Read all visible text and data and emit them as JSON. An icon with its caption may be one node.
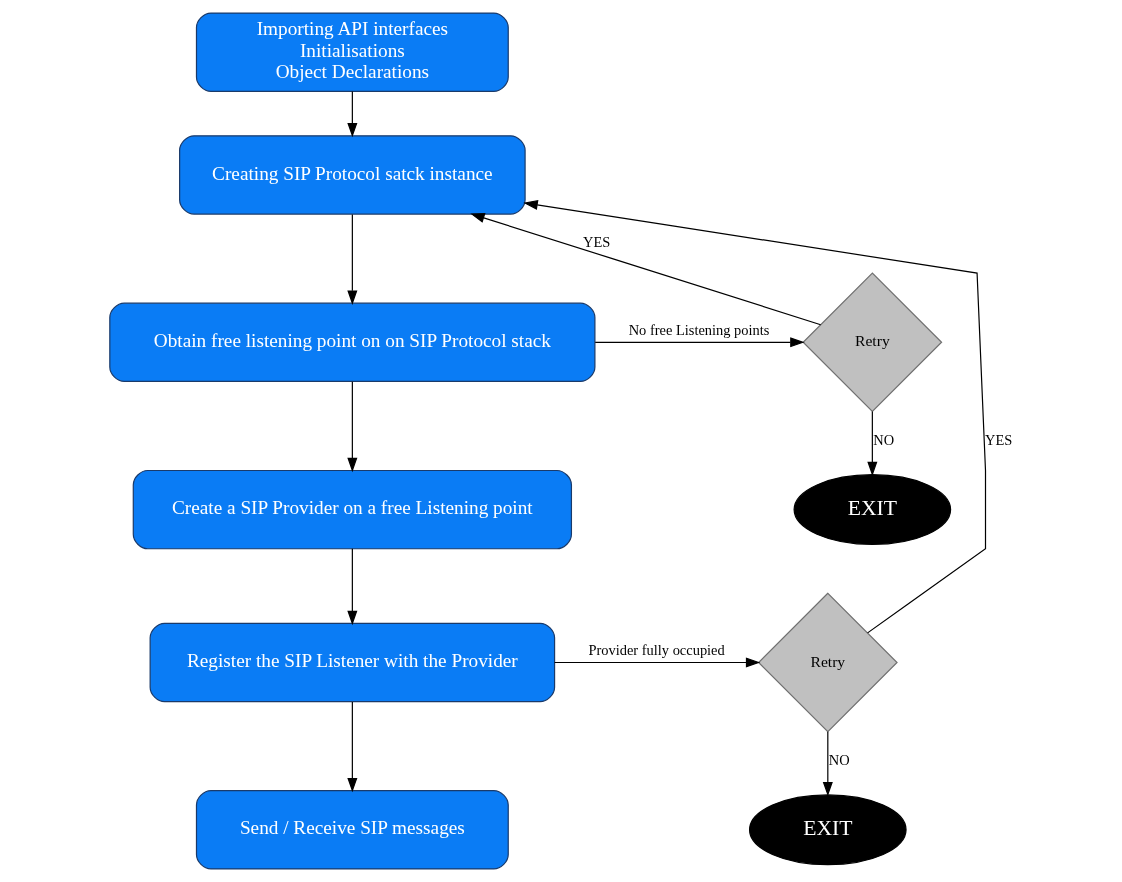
{
  "diagram": {
    "nodes": [
      {
        "text": [
          "Importing API interfaces",
          "Initialisations",
          "Object Declarations"
        ]
      },
      {
        "text": [
          "Creating SIP Protocol satck instance"
        ]
      },
      {
        "text": [
          "Obtain free listening point on on SIP Protocol stack"
        ]
      },
      {
        "text": [
          "Retry"
        ]
      },
      {
        "text": [
          "EXIT"
        ]
      },
      {
        "text": [
          "Create a SIP Provider on a free Listening point"
        ]
      },
      {
        "text": [
          "Register the SIP Listener with the Provider"
        ]
      },
      {
        "text": [
          "Retry"
        ]
      },
      {
        "text": [
          "EXIT"
        ]
      },
      {
        "text": [
          "Send / Receive SIP messages"
        ]
      }
    ],
    "edges": [
      {
        "from": 0,
        "to": 1,
        "arrow": "to"
      },
      {
        "from": 1,
        "to": 2,
        "arrow": "to"
      },
      {
        "from": 2,
        "to": 3,
        "arrow": "to",
        "label": "No free Listening points"
      },
      {
        "from": 3,
        "to": 1,
        "arrow": "to",
        "label": "YES"
      },
      {
        "from": 3,
        "to": 4,
        "arrow": "to",
        "label": "NO"
      },
      {
        "from": 2,
        "to": 5,
        "arrow": "to"
      },
      {
        "from": 5,
        "to": 6,
        "arrow": "to"
      },
      {
        "from": 6,
        "to": 7,
        "arrow": "to",
        "label": "Provider fully occupied"
      },
      {
        "from": 7,
        "to": 1,
        "arrow": "to",
        "label": "YES"
      },
      {
        "from": 7,
        "to": 8,
        "arrow": "to",
        "label": "NO"
      },
      {
        "from": 6,
        "to": 9,
        "arrow": "to"
      }
    ]
  }
}
